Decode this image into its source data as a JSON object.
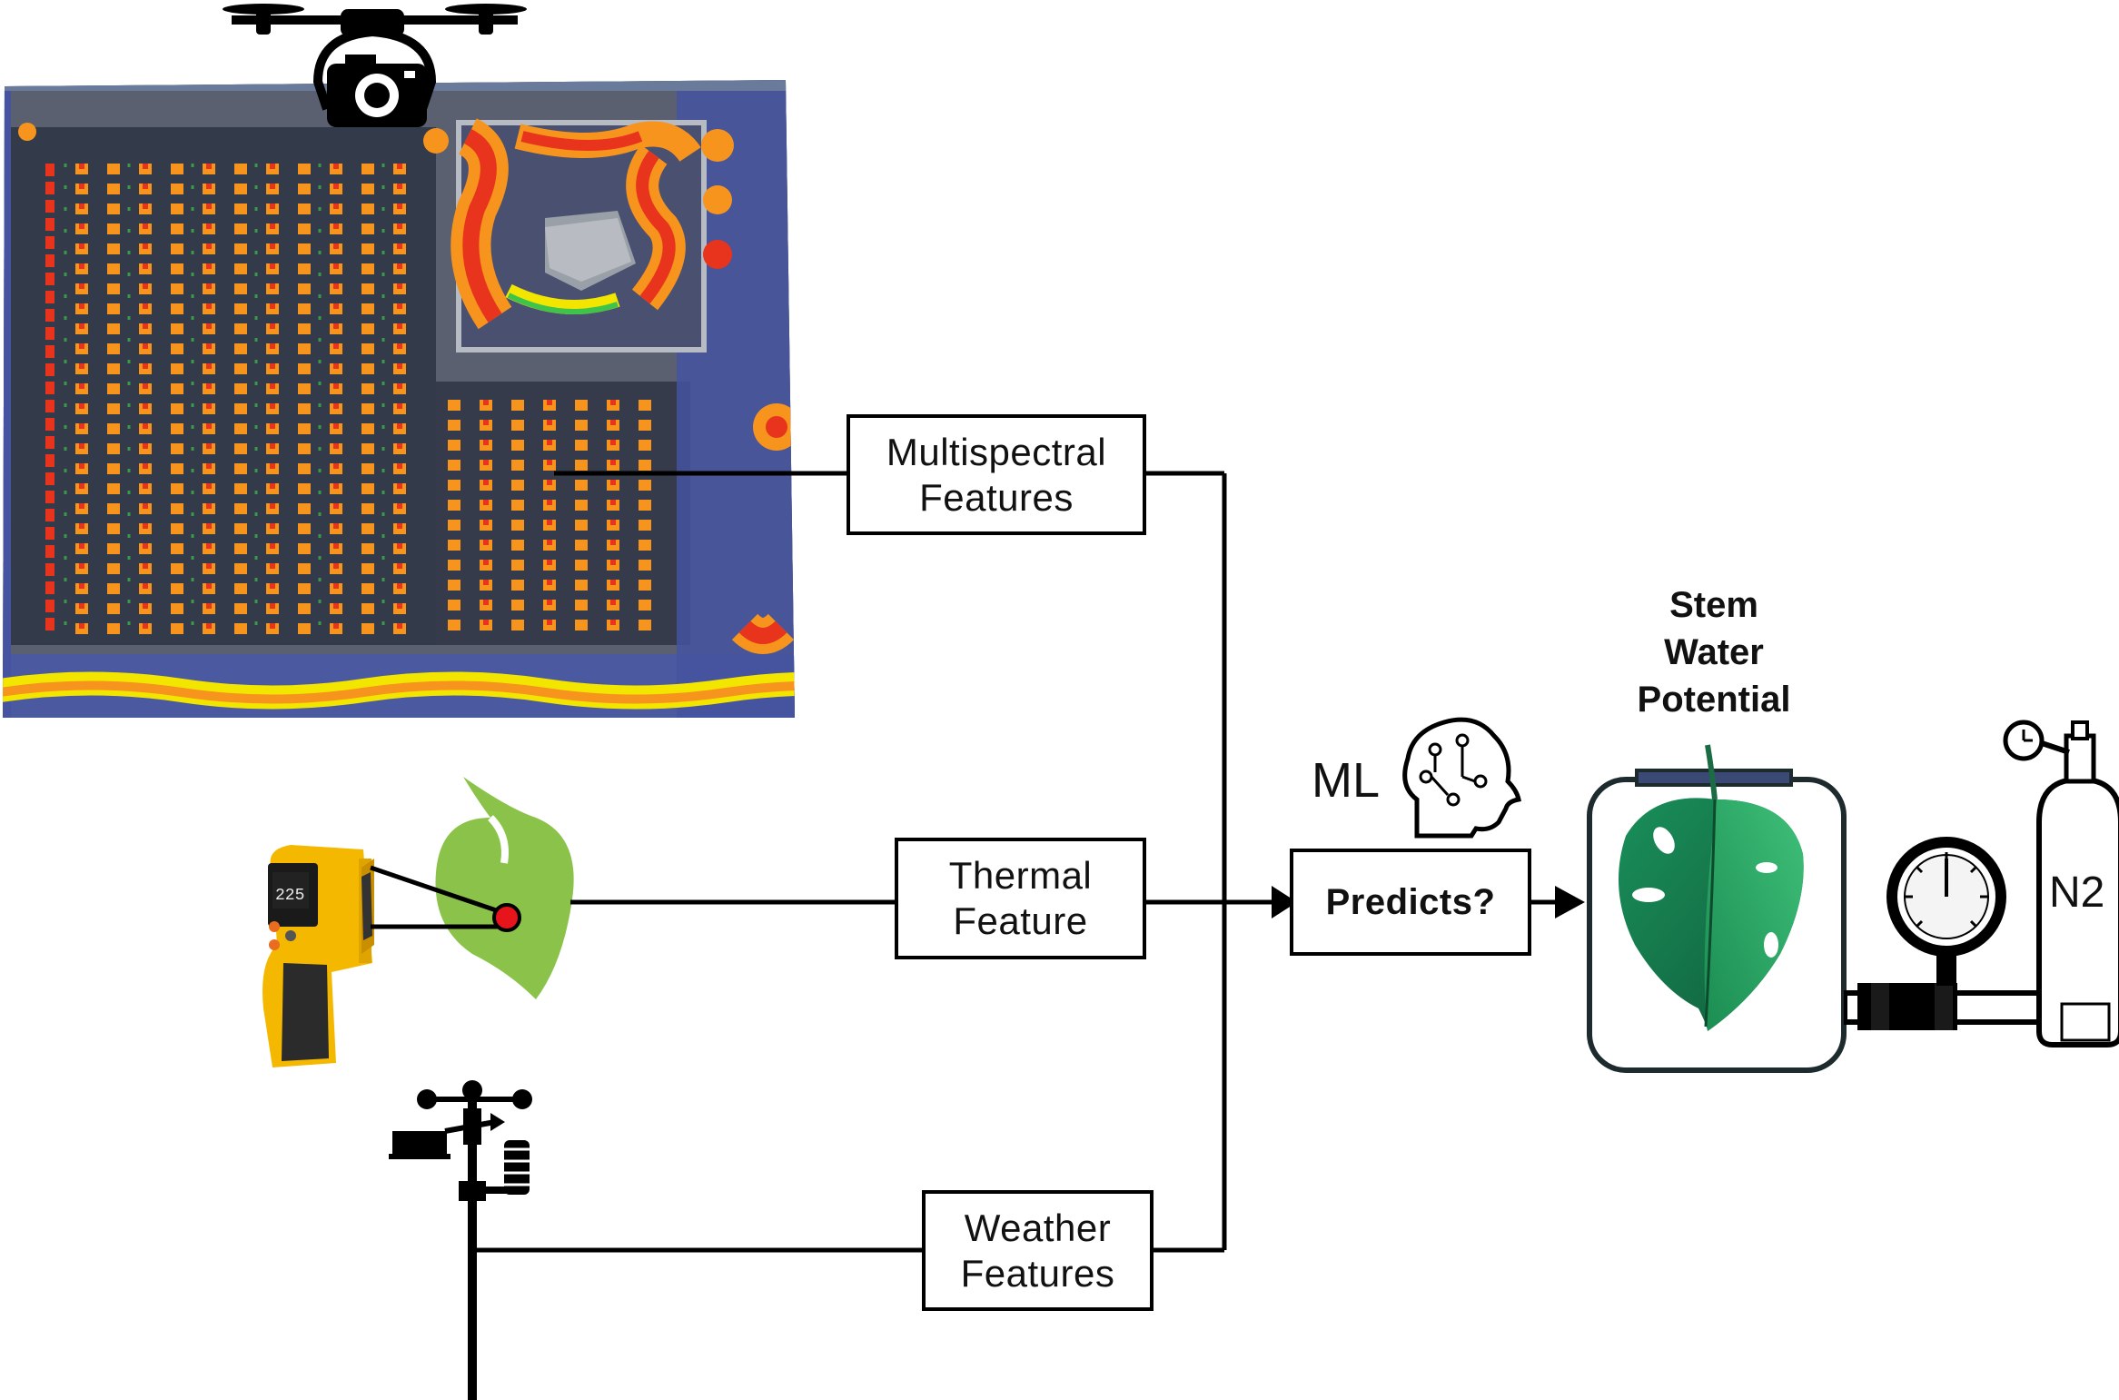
{
  "diagram": {
    "boxes": {
      "multispectral": [
        "Multispectral",
        "Features"
      ],
      "thermal": [
        "Thermal",
        "Feature"
      ],
      "weather": [
        "Weather",
        "Features"
      ],
      "predicts": "Predicts?"
    },
    "labels": {
      "ml": "ML",
      "target": [
        "Stem",
        "Water",
        "Potential"
      ],
      "tank": "N2"
    },
    "thermometer_reading": "225",
    "icons": [
      "drone-camera-icon",
      "orchard-ndvi-map",
      "infrared-thermometer-icon",
      "leaf-icon",
      "weather-station-icon",
      "ml-brain-icon",
      "leaf-jar-icon",
      "pressure-gauge-icon",
      "nitrogen-tank-icon"
    ],
    "colors": {
      "line": "#000000",
      "leaf_green": "#8bc34a",
      "monstera_dark": "#1f7a4d",
      "monstera_light": "#3cb878",
      "ndvi_red": "#e8341c",
      "ndvi_orange": "#f7941d",
      "ndvi_yellow": "#f2e600",
      "ndvi_blue": "#3d4fa8"
    }
  }
}
